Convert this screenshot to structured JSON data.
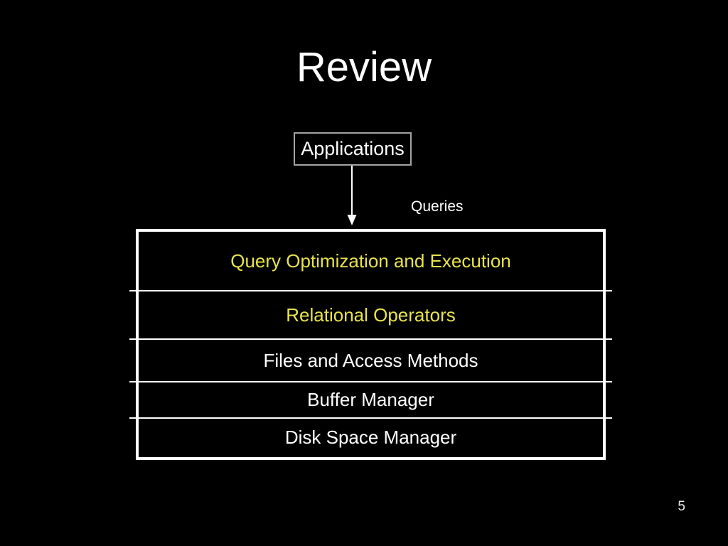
{
  "slide": {
    "title": "Review",
    "page_number": "5"
  },
  "diagram": {
    "applications_box": {
      "label": "Applications"
    },
    "arrow_label": "Queries",
    "stack_layers": [
      {
        "label": "Query Optimization and Execution",
        "emphasis": "yellow"
      },
      {
        "label": "Relational Operators",
        "emphasis": "yellow"
      },
      {
        "label": "Files and Access Methods",
        "emphasis": "white"
      },
      {
        "label": "Buffer Manager",
        "emphasis": "white"
      },
      {
        "label": "Disk Space Manager",
        "emphasis": "white"
      }
    ]
  },
  "colors": {
    "background": "#000000",
    "title_text": "#FFFFFF",
    "layer_text_yellow": "#E8E34B",
    "layer_text_white": "#FFFFFF",
    "stack_border": "#FFFFFF",
    "applications_border": "#A3A3A3",
    "arrow": "#FFFFFF"
  }
}
